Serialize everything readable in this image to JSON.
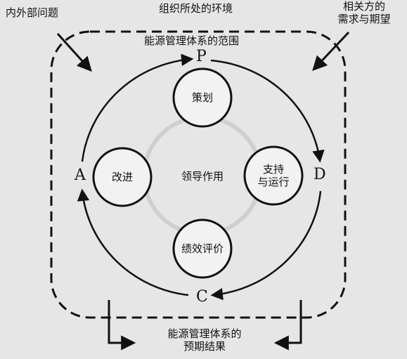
{
  "labels": {
    "internal_external_issues": "内外部问题",
    "organization_context": "组织所处的环境",
    "interested_parties_line1": "相关方的",
    "interested_parties_line2": "需求与期望",
    "enms_scope": "能源管理体系的范围",
    "outcome_line1": "能源管理体系的",
    "outcome_line2": "预期结果",
    "leadership": "领导作用"
  },
  "cycle": {
    "plan_letter": "P",
    "do_letter": "D",
    "check_letter": "C",
    "act_letter": "A"
  },
  "nodes": {
    "plan": "策划",
    "support_ops_line1": "支持",
    "support_ops_line2": "与运行",
    "performance_eval": "绩效评价",
    "improvement": "改进"
  },
  "colors": {
    "background": "#e6e6e6",
    "stroke": "#111111",
    "center_ring": "#cfcfcf",
    "node_fill": "#f2f2f2"
  }
}
